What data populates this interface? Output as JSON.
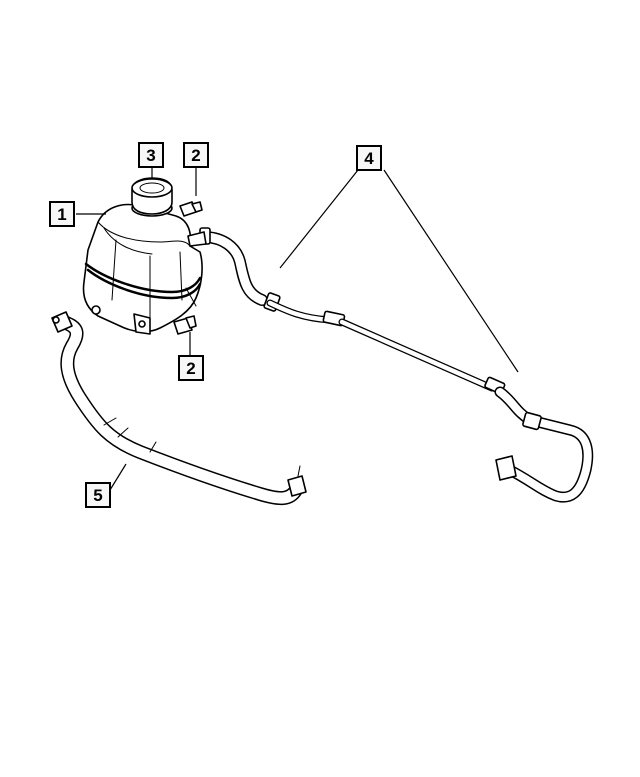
{
  "callouts": [
    {
      "id": "c1",
      "label": "1"
    },
    {
      "id": "c2a",
      "label": "2"
    },
    {
      "id": "c2b",
      "label": "2"
    },
    {
      "id": "c3",
      "label": "3"
    },
    {
      "id": "c4",
      "label": "4"
    },
    {
      "id": "c5",
      "label": "5"
    }
  ],
  "parts": {
    "reservoir": "coolant-reservoir",
    "cap": "reservoir-cap",
    "bolt": "mounting-bolt",
    "overflow_hose": "overflow-hose",
    "supply_hose": "supply-hose"
  }
}
